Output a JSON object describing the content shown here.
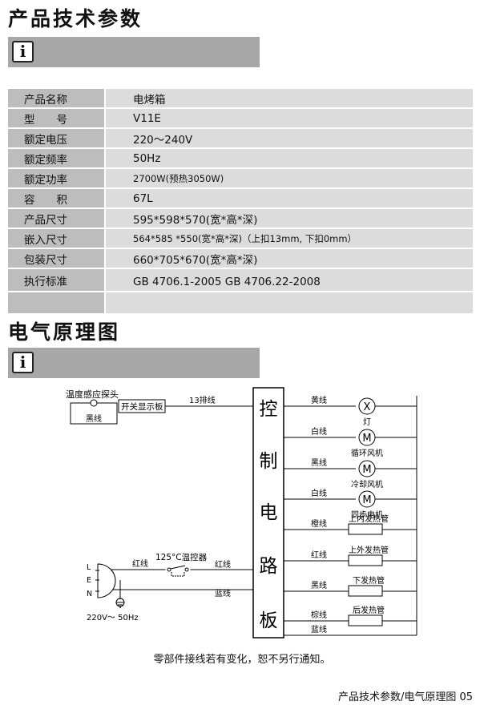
{
  "section1": {
    "title": "产品技术参数"
  },
  "spec_rows": [
    {
      "key": "产品名称",
      "value": "电烤箱"
    },
    {
      "key": "型　　号",
      "value": "V11E"
    },
    {
      "key": "额定电压",
      "value": "220～240V"
    },
    {
      "key": "额定频率",
      "value": "50Hz"
    },
    {
      "key": "额定功率",
      "value": "2700W(预热3050W)"
    },
    {
      "key": "容　　积",
      "value": "67L"
    },
    {
      "key": "产品尺寸",
      "value": "595*598*570(宽*高*深)"
    },
    {
      "key": "嵌入尺寸",
      "value": "564*585 *550(宽*高*深)（上扣13mm, 下扣0mm）"
    },
    {
      "key": "包装尺寸",
      "value": "660*705*670(宽*高*深)"
    },
    {
      "key": "执行标准",
      "value": "GB 4706.1-2005   GB 4706.22-2008"
    },
    {
      "key": "",
      "value": ""
    }
  ],
  "section2": {
    "title": "电气原理图"
  },
  "diagram": {
    "probe_label": "温度感应探头",
    "black_wire": "黑线",
    "switch_board": "开关显示板",
    "bus_label": "13排线",
    "controller_chars": [
      "控",
      "制",
      "电",
      "路",
      "板"
    ],
    "loads": [
      {
        "wire": "黄线",
        "symbol": "X",
        "name": "灯"
      },
      {
        "wire": "白线",
        "symbol": "M",
        "name": "循环风机"
      },
      {
        "wire": "黑线",
        "symbol": "M",
        "name": "冷却风机"
      },
      {
        "wire": "白线",
        "symbol": "M",
        "name": "同步电机"
      },
      {
        "wire": "橙线",
        "symbol": "",
        "name": "上内发热管"
      },
      {
        "wire": "红线",
        "symbol": "",
        "name": "上外发热管"
      },
      {
        "wire": "黑线",
        "symbol": "",
        "name": "下发热管"
      },
      {
        "wire": "棕线",
        "symbol": "",
        "name": "后发热管"
      },
      {
        "wire": "蓝线",
        "symbol": "",
        "name": ""
      }
    ],
    "thermostat": "125°C温控器",
    "red_wire": "红线",
    "blue_wire": "蓝线",
    "plug_pins": [
      "L",
      "E",
      "N"
    ],
    "supply": "220V～ 50Hz"
  },
  "note": "零部件接线若有变化，恕不另行通知。",
  "footer": "产品技术参数/电气原理图   05"
}
